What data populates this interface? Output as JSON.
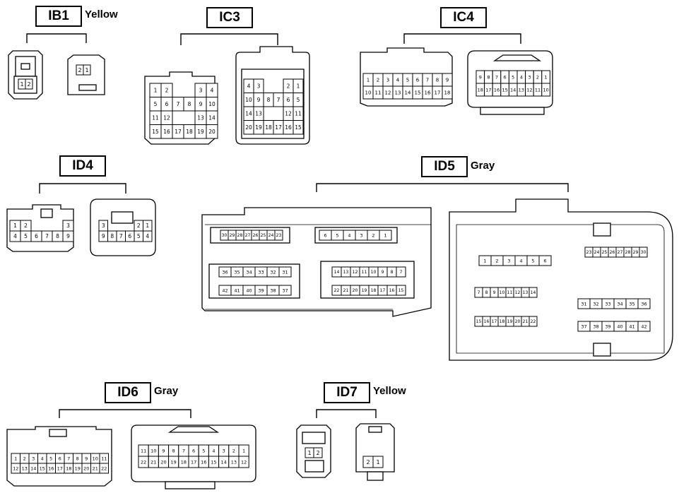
{
  "connectors": [
    {
      "id": "IB1",
      "color": "Yellow",
      "views": [
        {
          "rows": [
            [
              "1",
              "2"
            ]
          ]
        },
        {
          "rows": [
            [
              "2",
              "1"
            ]
          ]
        }
      ]
    },
    {
      "id": "IC3",
      "color": "",
      "views": [
        {
          "rows": [
            [
              "1",
              "2",
              "",
              "",
              "3",
              "4"
            ],
            [
              "5",
              "6",
              "7",
              "8",
              "9",
              "10"
            ],
            [
              "11",
              "12",
              "",
              "",
              "13",
              "14"
            ],
            [
              "15",
              "16",
              "17",
              "18",
              "19",
              "20"
            ]
          ]
        },
        {
          "rows": [
            [
              "4",
              "3",
              "",
              "",
              "2",
              "1"
            ],
            [
              "10",
              "9",
              "8",
              "7",
              "6",
              "5"
            ],
            [
              "14",
              "13",
              "",
              "",
              "12",
              "11"
            ],
            [
              "20",
              "19",
              "18",
              "17",
              "16",
              "15"
            ]
          ]
        }
      ]
    },
    {
      "id": "IC4",
      "color": "",
      "views": [
        {
          "rows": [
            [
              "1",
              "2",
              "3",
              "4",
              "5",
              "6",
              "7",
              "8",
              "9"
            ],
            [
              "10",
              "11",
              "12",
              "13",
              "14",
              "15",
              "16",
              "17",
              "18"
            ]
          ]
        },
        {
          "rows": [
            [
              "9",
              "8",
              "7",
              "6",
              "5",
              "4",
              "3",
              "2",
              "1"
            ],
            [
              "18",
              "17",
              "16",
              "15",
              "14",
              "13",
              "12",
              "11",
              "10"
            ]
          ]
        }
      ]
    },
    {
      "id": "ID4",
      "color": "",
      "views": [
        {
          "rows": [
            [
              "1",
              "2",
              "",
              "",
              "",
              "3"
            ],
            [
              "4",
              "5",
              "6",
              "7",
              "8",
              "9"
            ]
          ]
        },
        {
          "rows": [
            [
              "3",
              "",
              "",
              "",
              "2",
              "1"
            ],
            [
              "9",
              "8",
              "7",
              "6",
              "5",
              "4"
            ]
          ]
        }
      ]
    },
    {
      "id": "ID5",
      "color": "Gray",
      "views": [
        {
          "blocks": [
            [
              "30",
              "29",
              "28",
              "27",
              "26",
              "25",
              "24",
              "23"
            ],
            [
              "6",
              "5",
              "4",
              "3",
              "2",
              "1"
            ],
            [
              "36",
              "35",
              "34",
              "33",
              "32",
              "31"
            ],
            [
              "42",
              "41",
              "40",
              "39",
              "38",
              "37"
            ],
            [
              "14",
              "13",
              "12",
              "11",
              "10",
              "9",
              "8",
              "7"
            ],
            [
              "22",
              "21",
              "20",
              "19",
              "18",
              "17",
              "16",
              "15"
            ]
          ]
        },
        {
          "blocks": [
            [
              "23",
              "24",
              "25",
              "26",
              "27",
              "28",
              "29",
              "30"
            ],
            [
              "1",
              "2",
              "3",
              "4",
              "5",
              "6"
            ],
            [
              "7",
              "8",
              "9",
              "10",
              "11",
              "12",
              "13",
              "14"
            ],
            [
              "15",
              "16",
              "17",
              "18",
              "19",
              "20",
              "21",
              "22"
            ],
            [
              "31",
              "32",
              "33",
              "34",
              "35",
              "36"
            ],
            [
              "37",
              "38",
              "39",
              "40",
              "41",
              "42"
            ]
          ]
        }
      ]
    },
    {
      "id": "ID6",
      "color": "Gray",
      "views": [
        {
          "rows": [
            [
              "1",
              "2",
              "3",
              "4",
              "5",
              "6",
              "7",
              "8",
              "9",
              "10",
              "11"
            ],
            [
              "12",
              "13",
              "14",
              "15",
              "16",
              "17",
              "18",
              "19",
              "20",
              "21",
              "22"
            ]
          ]
        },
        {
          "rows": [
            [
              "11",
              "10",
              "9",
              "8",
              "7",
              "6",
              "5",
              "4",
              "3",
              "2",
              "1"
            ],
            [
              "22",
              "21",
              "20",
              "19",
              "18",
              "17",
              "16",
              "15",
              "14",
              "13",
              "12"
            ]
          ]
        }
      ]
    },
    {
      "id": "ID7",
      "color": "Yellow",
      "views": [
        {
          "rows": [
            [
              "1",
              "2"
            ]
          ]
        },
        {
          "rows": [
            [
              "2",
              "1"
            ]
          ]
        }
      ]
    }
  ]
}
